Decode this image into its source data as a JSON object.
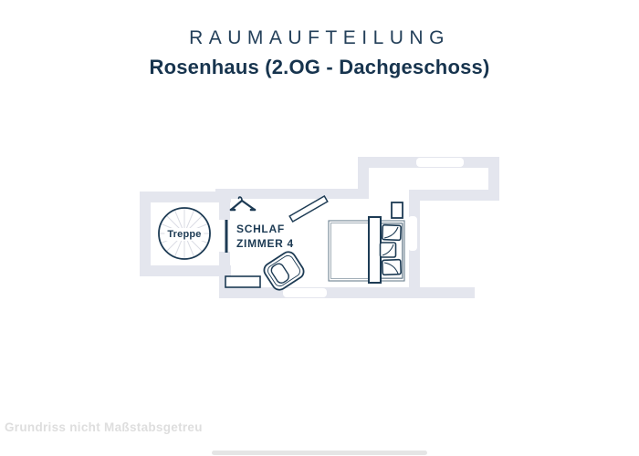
{
  "header": {
    "title": "RAUMAUFTEILUNG",
    "subtitle": "Rosenhaus (2.OG - Dachgeschoss)"
  },
  "floorplan": {
    "stair_room": {
      "label": "Treppe"
    },
    "bedroom": {
      "label_line1": "SCHLAF",
      "label_line2": "ZIMMER 4"
    },
    "furniture": [
      "spiral-staircase",
      "coat-hanger",
      "wall-board",
      "double-bed",
      "pillows",
      "duvet-band",
      "nightstand",
      "armchair",
      "sideboard",
      "door-leaf"
    ],
    "windows": 3
  },
  "footer": {
    "disclaimer": "Grundriss nicht Maßstabsgetreu"
  },
  "colors": {
    "accent_navy": "#1d3b54",
    "wall_gray": "#e4e6ee",
    "furniture_outline_gray": "#6d8291",
    "spoke_gray": "#d9dbe3"
  }
}
